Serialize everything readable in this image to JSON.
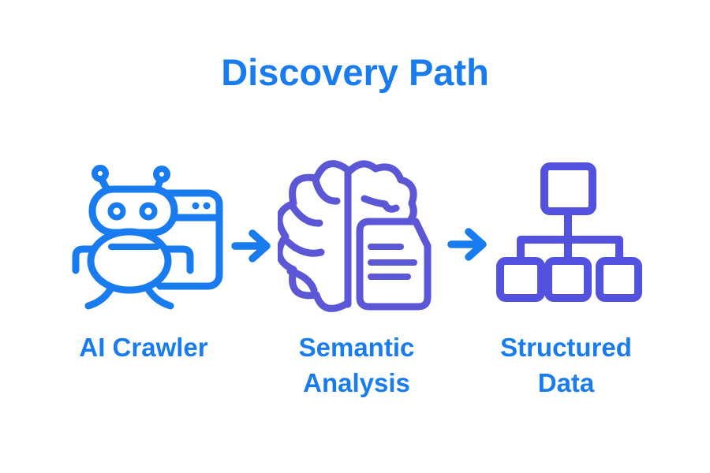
{
  "title": "Discovery Path",
  "colors": {
    "accent_blue": "#187CF0",
    "brain_indigo": "#5B57D6",
    "tree_indigo": "#5351E0",
    "background": "#FFFFFF"
  },
  "steps": [
    {
      "id": "ai-crawler",
      "label": "AI Crawler",
      "icon": "ai-crawler-bug-browser-icon"
    },
    {
      "id": "semantic-analysis",
      "label": "Semantic Analysis",
      "icon": "brain-document-icon"
    },
    {
      "id": "structured-data",
      "label": "Structured Data",
      "icon": "hierarchy-tree-icon"
    }
  ],
  "arrows": [
    {
      "icon": "right-arrow-icon"
    },
    {
      "icon": "right-arrow-icon"
    }
  ]
}
